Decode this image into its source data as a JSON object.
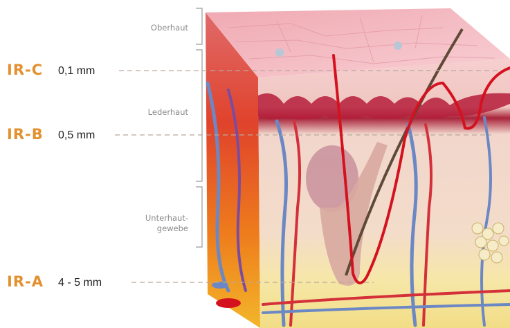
{
  "layers": [
    {
      "name": "Oberhaut",
      "lines": [
        "Oberhaut"
      ]
    },
    {
      "name": "Lederhaut",
      "lines": [
        "Lederhaut"
      ]
    },
    {
      "name": "Unterhautgewebe",
      "lines": [
        "Unterhaut-",
        "gewebe"
      ]
    }
  ],
  "infrared": [
    {
      "code": "IR-C",
      "depth": "0,1 mm"
    },
    {
      "code": "IR-B",
      "depth": "0,5 mm"
    },
    {
      "code": "IR-A",
      "depth": "4 - 5 mm"
    }
  ],
  "colors": {
    "label_accent": "#e3902e",
    "penetration_curve": "#d4121f",
    "epidermis": "#f3c8c8",
    "dermis": "#f1d6c8",
    "subcutis": "#f4e39a",
    "guide_line": "#b9a99a"
  }
}
